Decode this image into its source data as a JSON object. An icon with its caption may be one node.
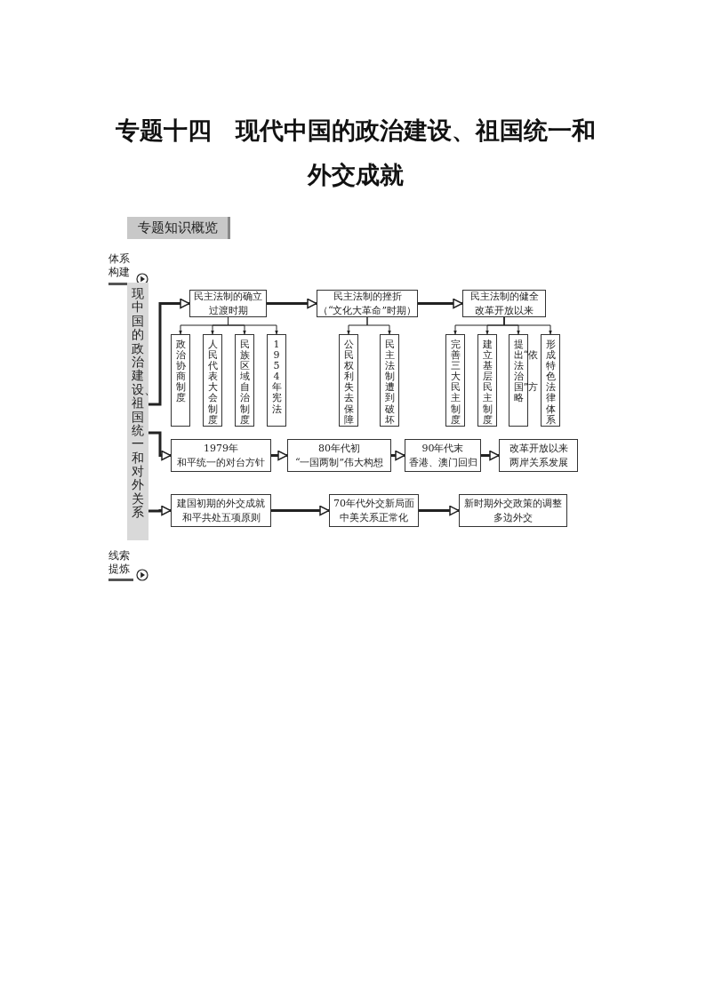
{
  "diagram": {
    "title": "专题十四　现代中国的政治建设、祖国统一和外交成就",
    "nodes": [
      {
        "text": [
          "现中国的政治建设、祖国统一和对外关系"
        ]
      },
      {
        "text": [
          "民主法制的确立",
          "过渡时期"
        ]
      },
      {
        "text": [
          "政治协商制度"
        ]
      },
      {
        "text": [
          "人民代表大会制度"
        ]
      },
      {
        "text": [
          "民族区域自治制度"
        ]
      },
      {
        "text": [
          "1954年宪法"
        ]
      },
      {
        "text": [
          "民主法制的挫折",
          "（“文化大革命”时期）"
        ]
      },
      {
        "text": [
          "公民权利失去保障"
        ]
      },
      {
        "text": [
          "民主法制遭到破坏"
        ]
      },
      {
        "text": [
          "民主法制的健全",
          "改革开放以来"
        ]
      },
      {
        "text": [
          "完善三大民主制度"
        ]
      },
      {
        "text": [
          "建立基层民主制度"
        ]
      },
      {
        "text": [
          "提出“依法治国”方略"
        ]
      },
      {
        "text": [
          "形成特色法律体系"
        ]
      },
      {
        "text": [
          "1979年",
          "和平统一的对台方针"
        ]
      },
      {
        "text": [
          "80年代初",
          "“一国两制”伟大构想"
        ]
      },
      {
        "text": [
          "90年代末",
          "香港、澳门回归"
        ]
      },
      {
        "text": [
          "改革开放以来",
          "两岸关系发展"
        ]
      },
      {
        "text": [
          "建国初期的外交成就",
          "和平共处五项原则"
        ]
      },
      {
        "text": [
          "70年代外交新局面",
          "中美关系正常化"
        ]
      },
      {
        "text": [
          "新时期外交政策的调整",
          "多边外交"
        ]
      }
    ],
    "edges": [
      {
        "from": 0,
        "to": 1,
        "arrow": "to",
        "style": "thick"
      },
      {
        "from": 1,
        "to": 6,
        "arrow": "to",
        "style": "thick"
      },
      {
        "from": 6,
        "to": 9,
        "arrow": "to",
        "style": "thick"
      },
      {
        "from": 1,
        "to": 2,
        "arrow": "to"
      },
      {
        "from": 1,
        "to": 3,
        "arrow": "to"
      },
      {
        "from": 1,
        "to": 4,
        "arrow": "to"
      },
      {
        "from": 1,
        "to": 5,
        "arrow": "to"
      },
      {
        "from": 6,
        "to": 7,
        "arrow": "to"
      },
      {
        "from": 6,
        "to": 8,
        "arrow": "to"
      },
      {
        "from": 9,
        "to": 10,
        "arrow": "to"
      },
      {
        "from": 9,
        "to": 11,
        "arrow": "to"
      },
      {
        "from": 9,
        "to": 12,
        "arrow": "to"
      },
      {
        "from": 9,
        "to": 13,
        "arrow": "to"
      },
      {
        "from": 0,
        "to": 14,
        "arrow": "to",
        "style": "thick"
      },
      {
        "from": 14,
        "to": 15,
        "arrow": "to",
        "style": "thick"
      },
      {
        "from": 15,
        "to": 16,
        "arrow": "to",
        "style": "thick"
      },
      {
        "from": 16,
        "to": 17,
        "arrow": "to",
        "style": "thick"
      },
      {
        "from": 0,
        "to": 18,
        "arrow": "to",
        "style": "thick"
      },
      {
        "from": 18,
        "to": 19,
        "arrow": "to",
        "style": "thick"
      },
      {
        "from": 19,
        "to": 20,
        "arrow": "to",
        "style": "thick"
      }
    ],
    "labels": [
      "专题知识概览",
      "体系构建",
      "线索提炼"
    ]
  }
}
